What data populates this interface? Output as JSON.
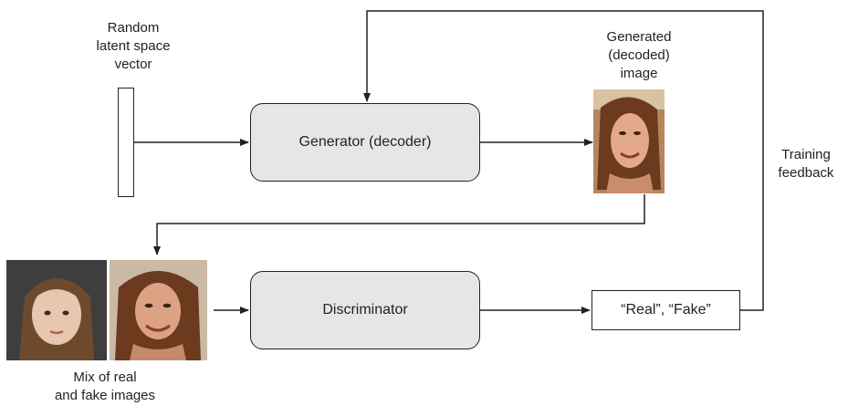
{
  "latent_vector": {
    "label": "Random\nlatent space\nvector"
  },
  "generator": {
    "label": "Generator (decoder)"
  },
  "generated_image": {
    "label": "Generated\n(decoded)\nimage"
  },
  "training_feedback": {
    "label": "Training\nfeedback"
  },
  "discriminator": {
    "label": "Discriminator"
  },
  "output": {
    "label": "“Real”, “Fake”"
  },
  "mix_images": {
    "label": "Mix of real\nand fake images"
  },
  "colors": {
    "box_fill": "#e6e6e6",
    "line": "#222222"
  },
  "icons": {
    "real_photo": "child-face-photo",
    "fake_photo": "generated-woman-face-photo"
  }
}
